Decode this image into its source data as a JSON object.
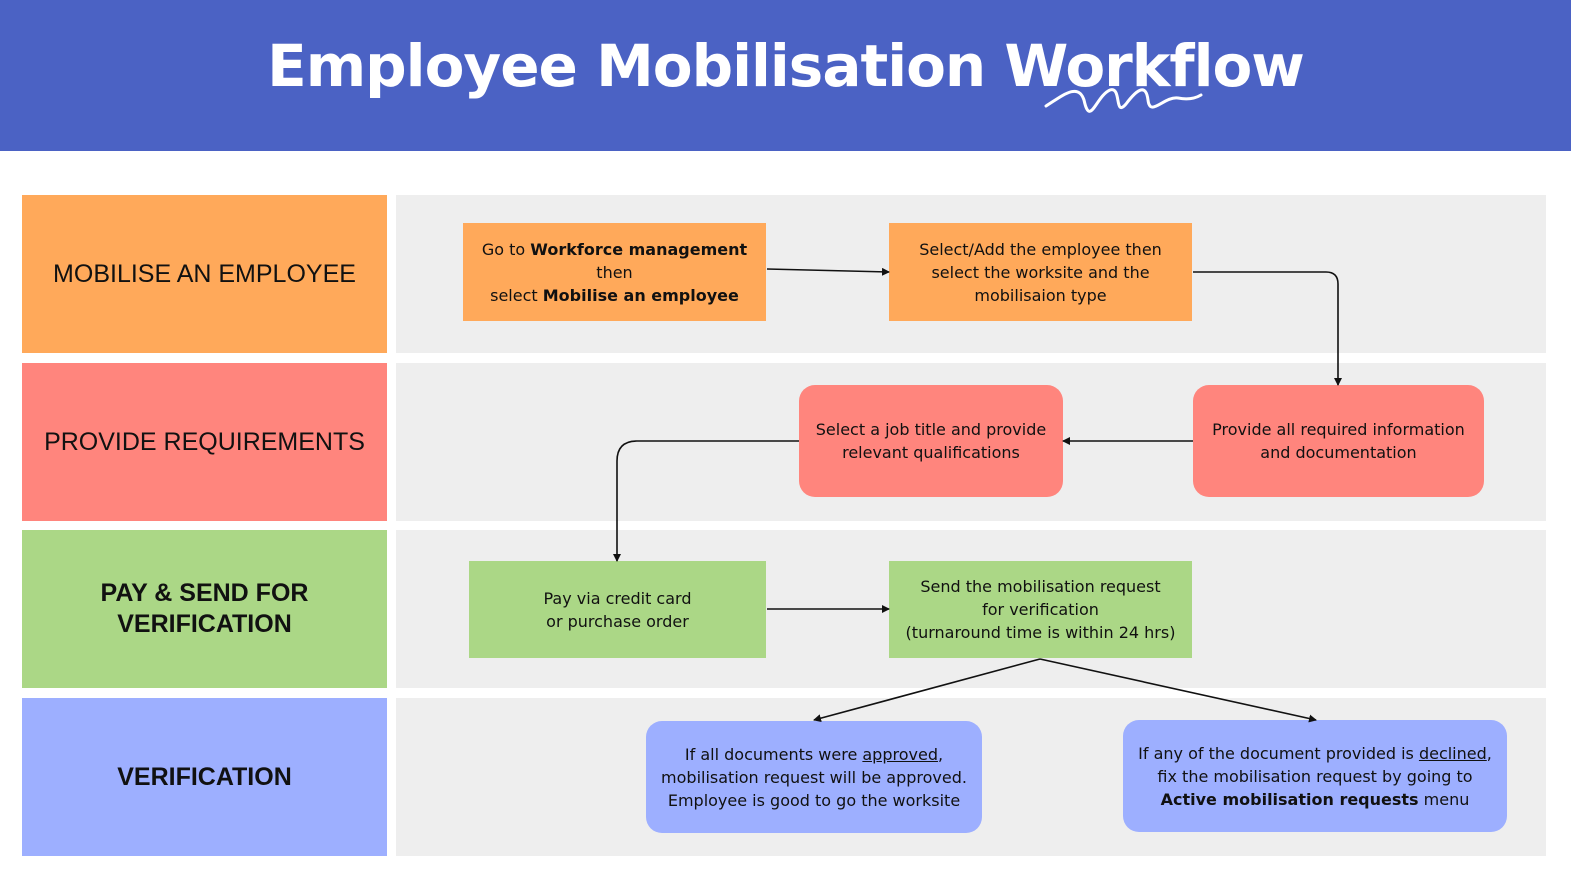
{
  "title": "Employee Mobilisation Workflow",
  "colors": {
    "header": "#4b62c4",
    "lane_bg": "#eeeeee",
    "mobilise": "#ffa95a",
    "requirements": "#ff857d",
    "pay": "#abd786",
    "verification": "#9dafff"
  },
  "lanes": [
    {
      "label": "MOBILISE AN EMPLOYEE"
    },
    {
      "label": "PROVIDE REQUIREMENTS"
    },
    {
      "label": "PAY & SEND FOR\nVERIFICATION"
    },
    {
      "label": "VERIFICATION"
    }
  ],
  "steps": {
    "go_to_workforce": {
      "parts": [
        {
          "text": "Go to "
        },
        {
          "text": "Workforce management",
          "bold": true
        },
        {
          "text": " then\nselect "
        },
        {
          "text": "Mobilise an employee",
          "bold": true
        }
      ]
    },
    "select_employee": {
      "parts": [
        {
          "text": "Select/Add the employee then\nselect the worksite and the\nmobilisaion type"
        }
      ]
    },
    "provide_info": {
      "parts": [
        {
          "text": "Provide all required information\nand documentation"
        }
      ]
    },
    "select_job": {
      "parts": [
        {
          "text": "Select a job title and provide\nrelevant qualifications"
        }
      ]
    },
    "pay": {
      "parts": [
        {
          "text": "Pay via credit card\nor purchase order"
        }
      ]
    },
    "send_request": {
      "parts": [
        {
          "text": "Send the mobilisation request\nfor verification\n(turnaround time is within 24 hrs)"
        }
      ]
    },
    "approved": {
      "parts": [
        {
          "text": "If all documents were "
        },
        {
          "text": "approved",
          "underline": true
        },
        {
          "text": ",\nmobilisation request will be approved.\nEmployee is good to go the worksite"
        }
      ]
    },
    "declined": {
      "parts": [
        {
          "text": "If any of the document provided is "
        },
        {
          "text": "declined",
          "underline": true
        },
        {
          "text": ",\nfix the mobilisation request by going to\n"
        },
        {
          "text": "Active mobilisation requests",
          "bold": true
        },
        {
          "text": " menu"
        }
      ]
    }
  }
}
